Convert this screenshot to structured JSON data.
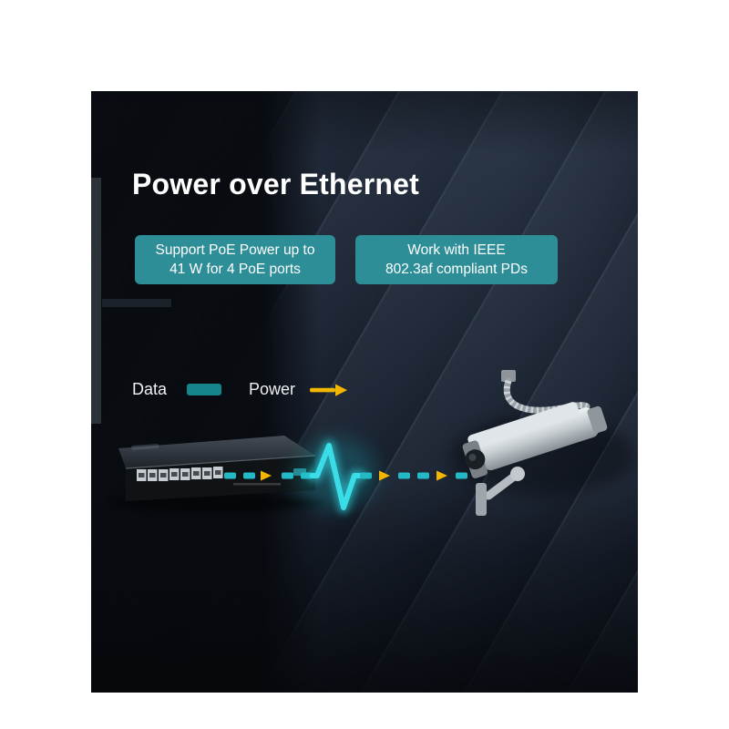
{
  "title": "Power over Ethernet",
  "badges": [
    {
      "line1": "Support PoE Power up to",
      "line2": "41 W for 4 PoE ports"
    },
    {
      "line1": "Work with IEEE",
      "line2": "802.3af compliant PDs"
    }
  ],
  "legend": {
    "data": "Data",
    "power": "Power"
  },
  "diagram": {
    "source_device": "8-port PoE switch",
    "target_device": "outdoor security camera",
    "flow": "data and power over one ethernet cable"
  },
  "colors": {
    "badge": "#2e8e98",
    "data_swatch": "#17858c",
    "power_arrow": "#f2b702",
    "cable": "#23bac6",
    "title_text": "#ffffff"
  }
}
